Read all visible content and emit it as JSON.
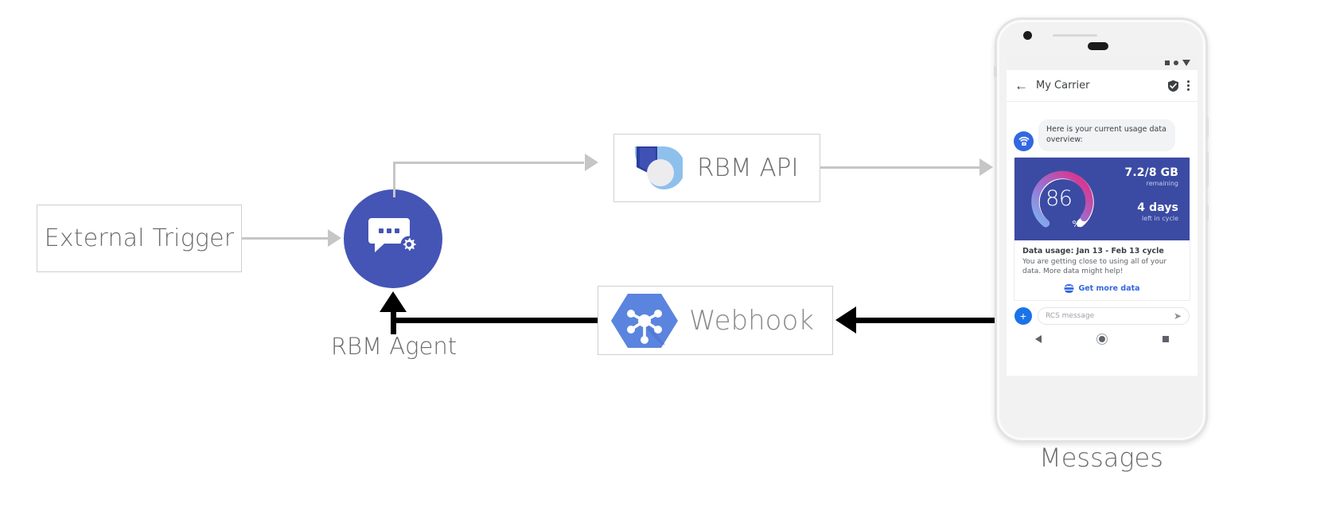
{
  "diagram": {
    "external_trigger": {
      "label": "External Trigger"
    },
    "rbm_agent": {
      "label": "RBM Agent",
      "icon": "chat-gear-icon",
      "color": "#4455b5"
    },
    "rbm_api": {
      "label": "RBM API",
      "icon": "rbm-api-logo-icon"
    },
    "webhook": {
      "label": "Webhook",
      "icon": "webhook-hexagon-icon"
    },
    "arrow_colors": {
      "grey": "#c6c6c6",
      "black": "#000000"
    }
  },
  "phone": {
    "device_label": "Messages",
    "status_bar": {
      "icons": [
        "square-icon",
        "dot-icon",
        "triangle-down-icon"
      ]
    },
    "app_bar": {
      "back_icon": "back-arrow-icon",
      "title": "My Carrier",
      "verified_icon": "shield-check-icon",
      "menu_icon": "overflow-menu-icon"
    },
    "conversation": {
      "bot_avatar_icon": "wifi-router-icon",
      "incoming_message": "Here is your current usage data overview:"
    },
    "rich_card": {
      "hero": {
        "gauge_percent": "86",
        "gauge_percent_symbol": "%",
        "gauge_value": 86,
        "background_color": "#3b4ba3",
        "stats": [
          {
            "main": "7.2/8 GB",
            "sub": "remaining"
          },
          {
            "main": "4 days",
            "sub": "left in cycle"
          }
        ]
      },
      "title": "Data usage: Jan 13 - Feb 13 cycle",
      "text": "You are getting close to using all of your data. More data might help!",
      "action": {
        "icon": "globe-icon",
        "label": "Get more data",
        "color": "#3367e0"
      }
    },
    "composer": {
      "add_icon": "plus-icon",
      "placeholder": "RCS message",
      "value": "",
      "send_icon": "send-icon"
    },
    "nav_bar": {
      "back_icon": "nav-back-icon",
      "home_icon": "nav-home-icon",
      "recents_icon": "nav-recents-icon"
    }
  }
}
